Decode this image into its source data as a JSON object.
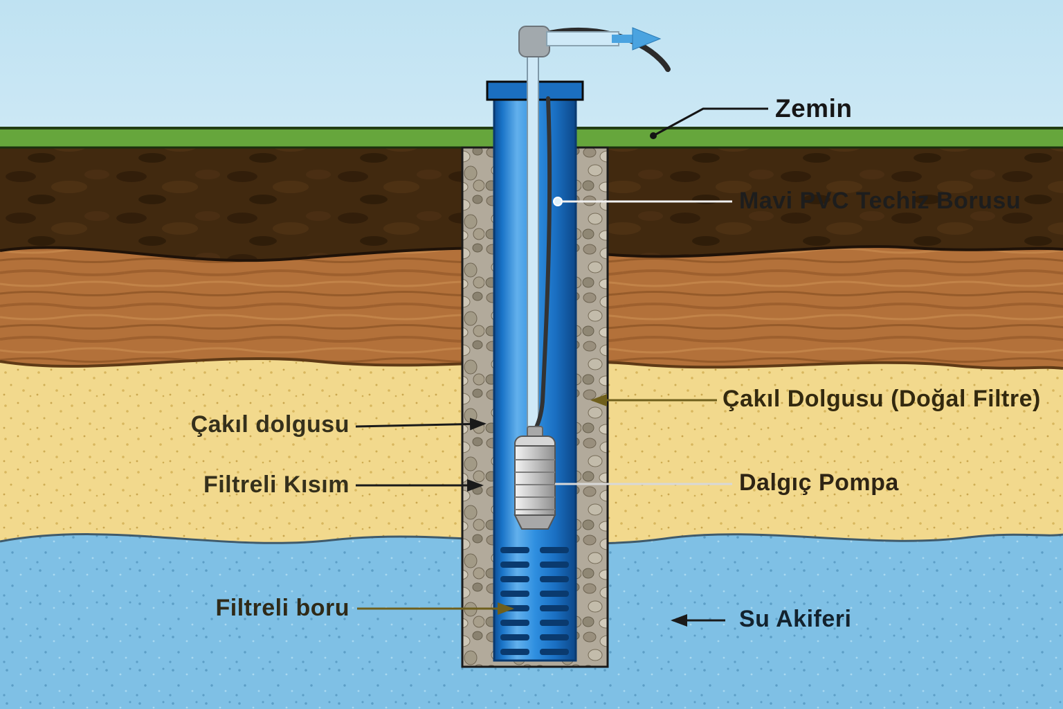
{
  "diagram": {
    "type": "water-well-cross-section",
    "labels": {
      "zemin": "Zemin",
      "mavi_pvc": "Mavi PVC Techiz Borusu",
      "cakil_dolgusu_sag": "Çakıl Dolgusu (Doğal Filtre)",
      "dalgic_pompa": "Dalgıç Pompa",
      "su_akiferi": "Su Akiferi",
      "cakil_dolgusu_sol": "Çakıl dolgusu",
      "filtreli_kisim": "Filtreli Kısım",
      "filtreli_boru": "Filtreli boru"
    },
    "colors": {
      "sky_top": "#bfe2f2",
      "grass": "#66a63c",
      "topsoil": "#41290f",
      "subsoil": "#b3713a",
      "sand": "#f2d98d",
      "aquifer": "#7fc0e5",
      "casing_blue": "#2f8fe0",
      "gravel": "#b2aa9b",
      "pump_silver": "#c2c2c2",
      "screen_slot_navy": "#0a3a6e",
      "outflow_arrow": "#4aa3e0"
    }
  }
}
